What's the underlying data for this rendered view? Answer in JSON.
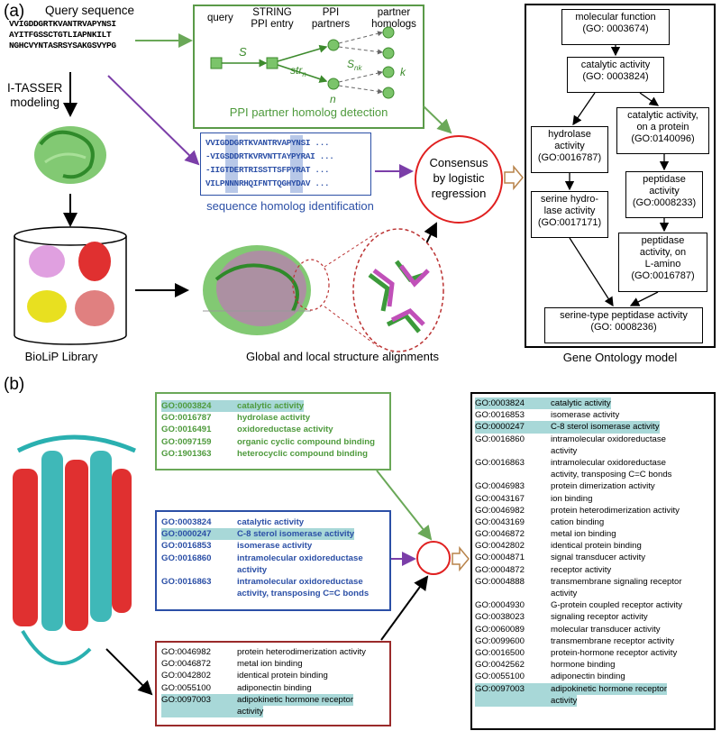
{
  "panel_a": {
    "letter": "(a)",
    "query_label": "Query sequence",
    "query_sequence": [
      "VVIGDDGRTKVANTRVAPYNSI",
      "AYITFGSSCTGTLIAPNKILT",
      "NGHCVYNTASRSYSAKGSVYPG"
    ],
    "itasser_label": [
      "I-TASSER",
      "modeling"
    ],
    "biolip_label": "BioLiP Library",
    "ppi": {
      "headers": [
        "query",
        "STRING",
        "PPI entry",
        "PPI",
        "partners",
        "partner",
        "homologs"
      ],
      "edge_labels": [
        "S",
        "str",
        "n",
        "S",
        "nk",
        "n",
        "k"
      ],
      "caption": "PPI partner homolog detection"
    },
    "seq_homolog": {
      "lines": [
        "VVIGDDGRTKVANTRVAPYNSI ...",
        "-VIGSDDRTKVRVNTTAYPYRAI ...",
        "-IIGTDERTRISSTTSFPYRAT ...",
        "VILPNNNRHQIFNTTQGHYDAV ..."
      ],
      "caption": "sequence homolog identification"
    },
    "consensus": [
      "Consensus",
      "by logistic",
      "regression"
    ],
    "alignment_caption": "Global and local structure alignments",
    "go_model": {
      "caption": "Gene Ontology model",
      "nodes": [
        [
          "molecular function",
          "(GO: 0003674)"
        ],
        [
          "catalytic activity",
          "(GO: 0003824)"
        ],
        [
          "hydrolase",
          "activity",
          "(GO:0016787)"
        ],
        [
          "catalytic activity,",
          "on a protein",
          "(GO:0140096)"
        ],
        [
          "serine hydro-",
          "lase activity",
          "(GO:0017171)"
        ],
        [
          "peptidase",
          "activity",
          "(GO:0008233)"
        ],
        [
          "peptidase",
          "activity, on",
          "L-amino",
          "(GO:0016787)"
        ],
        [
          "serine-type peptidase activity",
          "(GO: 0008236)"
        ]
      ]
    }
  },
  "panel_b": {
    "letter": "(b)",
    "green_list": [
      [
        "GO:0003824",
        "catalytic activity"
      ],
      [
        "GO:0016787",
        "hydrolase activity"
      ],
      [
        "GO:0016491",
        "oxidoreductase activity"
      ],
      [
        "GO:0097159",
        "organic cyclic compound binding"
      ],
      [
        "GO:1901363",
        "heterocyclic compound binding"
      ]
    ],
    "blue_list": [
      [
        "GO:0003824",
        "catalytic activity"
      ],
      [
        "GO:0000247",
        "C-8 sterol isomerase activity"
      ],
      [
        "GO:0016853",
        "isomerase activity"
      ],
      [
        "GO:0016860",
        "intramolecular oxidoreductase",
        "activity"
      ],
      [
        "GO:0016863",
        "intramolecular oxidoreductase",
        "activity, transposing C=C bonds"
      ]
    ],
    "red_list": [
      [
        "GO:0046982",
        "protein heterodimerization activity"
      ],
      [
        "GO:0046872",
        "metal ion binding"
      ],
      [
        "GO:0042802",
        "identical protein binding"
      ],
      [
        "GO:0055100",
        "adiponectin binding"
      ],
      [
        "GO:0097003",
        "adipokinetic hormone receptor",
        "activity"
      ]
    ],
    "final_list": [
      [
        "GO:0003824",
        "catalytic activity"
      ],
      [
        "GO:0016853",
        "isomerase activity"
      ],
      [
        "GO:0000247",
        "C-8 sterol isomerase activity"
      ],
      [
        "GO:0016860",
        "intramolecular oxidoreductase",
        "activity"
      ],
      [
        "GO:0016863",
        "intramolecular oxidoreductase",
        "activity, transposing C=C bonds"
      ],
      [
        "GO:0046983",
        "protein dimerization activity"
      ],
      [
        "GO:0043167",
        "ion binding"
      ],
      [
        "GO:0046982",
        "protein heterodimerization activity"
      ],
      [
        "GO:0043169",
        "cation binding"
      ],
      [
        "GO:0046872",
        "metal ion binding"
      ],
      [
        "GO:0042802",
        "identical protein binding"
      ],
      [
        "GO:0004871",
        "signal transducer activity"
      ],
      [
        "GO:0004872",
        "receptor activity"
      ],
      [
        "GO:0004888",
        "transmembrane signaling receptor",
        "activity"
      ],
      [
        "GO:0004930",
        "G-protein coupled receptor activity"
      ],
      [
        "GO:0038023",
        "signaling receptor activity"
      ],
      [
        "GO:0060089",
        "molecular transducer activity"
      ],
      [
        "GO:0099600",
        "transmembrane receptor activity"
      ],
      [
        "GO:0016500",
        "protein-hormone receptor activity"
      ],
      [
        "GO:0042562",
        "hormone binding"
      ],
      [
        "GO:0055100",
        "adiponectin binding"
      ],
      [
        "GO:0097003",
        "adipokinetic hormone receptor",
        "activity"
      ]
    ]
  },
  "colors": {
    "green": "#4e9a3c",
    "blue": "#2b4fa6",
    "red": "#b32020",
    "purple": "#7b3ea8",
    "orange": "#b8834a",
    "highlight": "#a8d8d8"
  }
}
